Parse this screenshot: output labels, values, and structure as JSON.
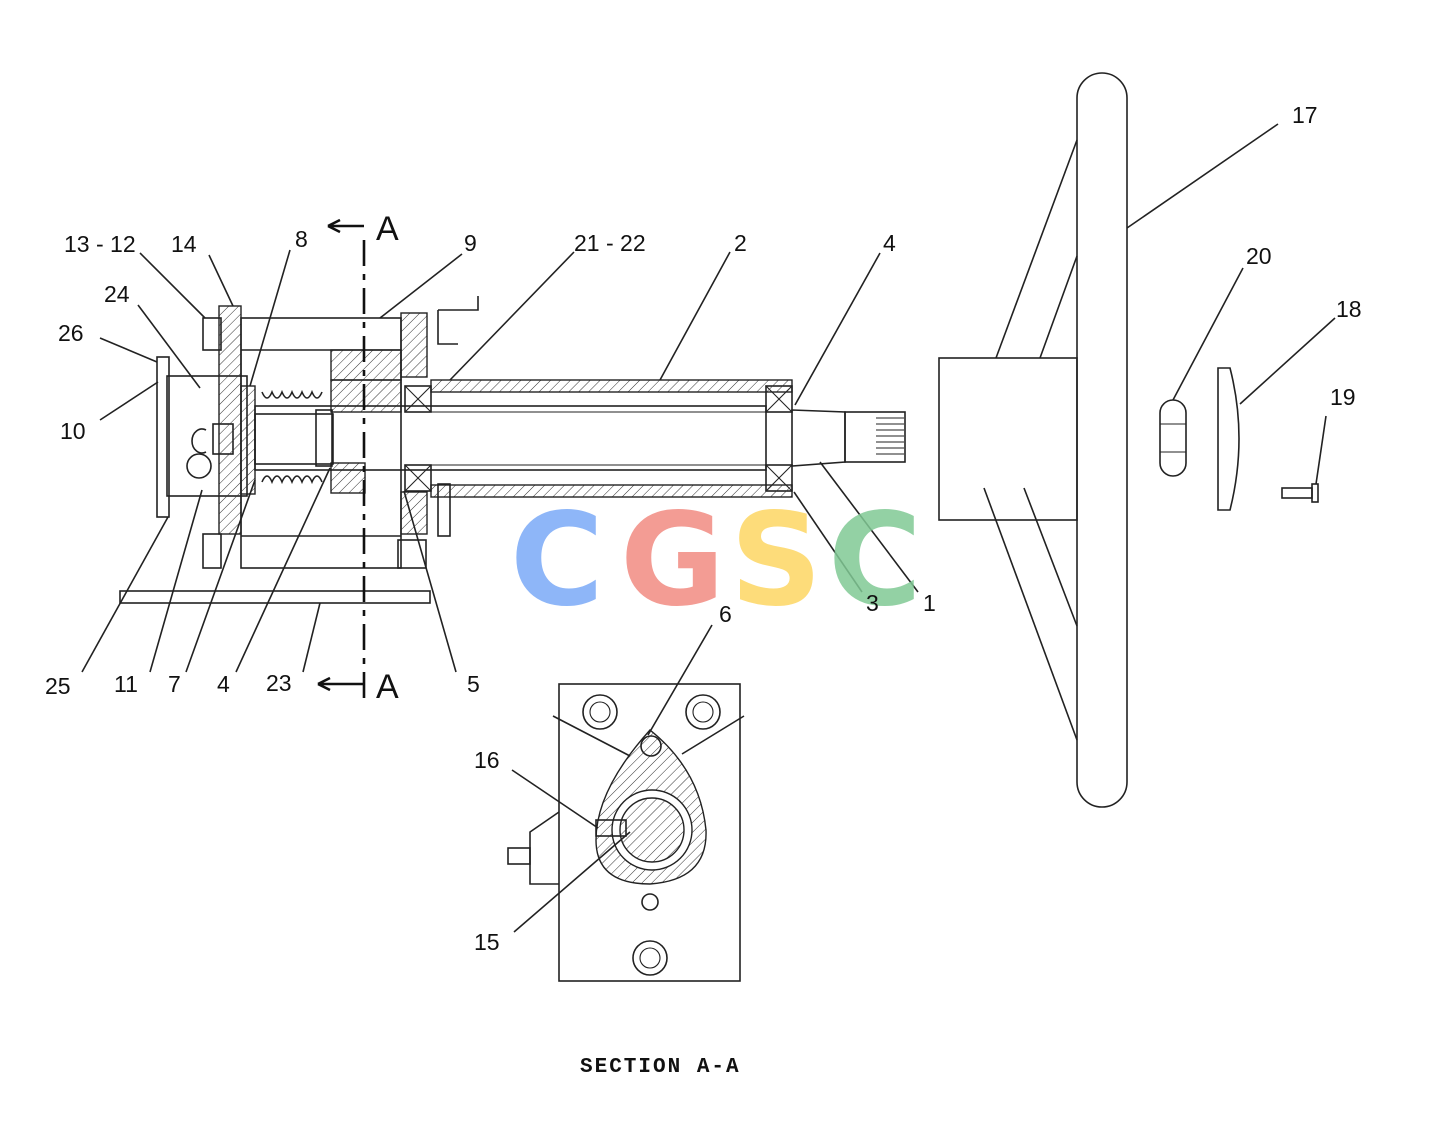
{
  "callouts": {
    "c1": "1",
    "c2": "2",
    "c3": "3",
    "c4a": "4",
    "c4b": "4",
    "c5": "5",
    "c6": "6",
    "c7": "7",
    "c8": "8",
    "c9": "9",
    "c10": "10",
    "c11": "11",
    "c13_12": "13 - 12",
    "c14": "14",
    "c15": "15",
    "c16": "16",
    "c17": "17",
    "c18": "18",
    "c19": "19",
    "c20": "20",
    "c21_22": "21 - 22",
    "c23": "23",
    "c24": "24",
    "c25": "25",
    "c26": "26"
  },
  "section_marks": {
    "top": "A",
    "bottom": "A"
  },
  "section_caption": "SECTION A-A",
  "watermark": {
    "letters": [
      "C",
      "G",
      "S",
      "C"
    ],
    "colors": [
      "#7baaf7",
      "#f28b82",
      "#fdd663",
      "#81c995"
    ]
  }
}
